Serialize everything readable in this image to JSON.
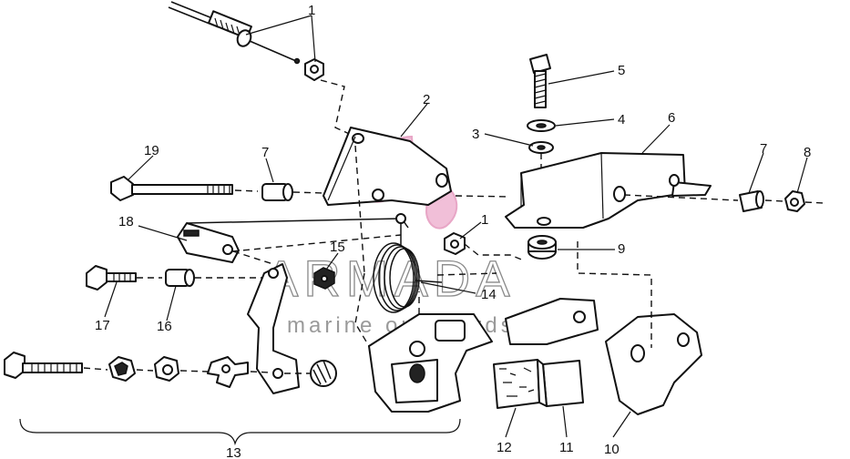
{
  "callouts": [
    "1",
    "2",
    "3",
    "4",
    "5",
    "6",
    "7",
    "8",
    "1",
    "9",
    "19",
    "7",
    "18",
    "15",
    "14",
    "17",
    "16",
    "13",
    "12",
    "11",
    "10"
  ],
  "watermark": {
    "main": "ARMADA",
    "sub": "marine outboards",
    "accent": "#e8a6c6"
  }
}
